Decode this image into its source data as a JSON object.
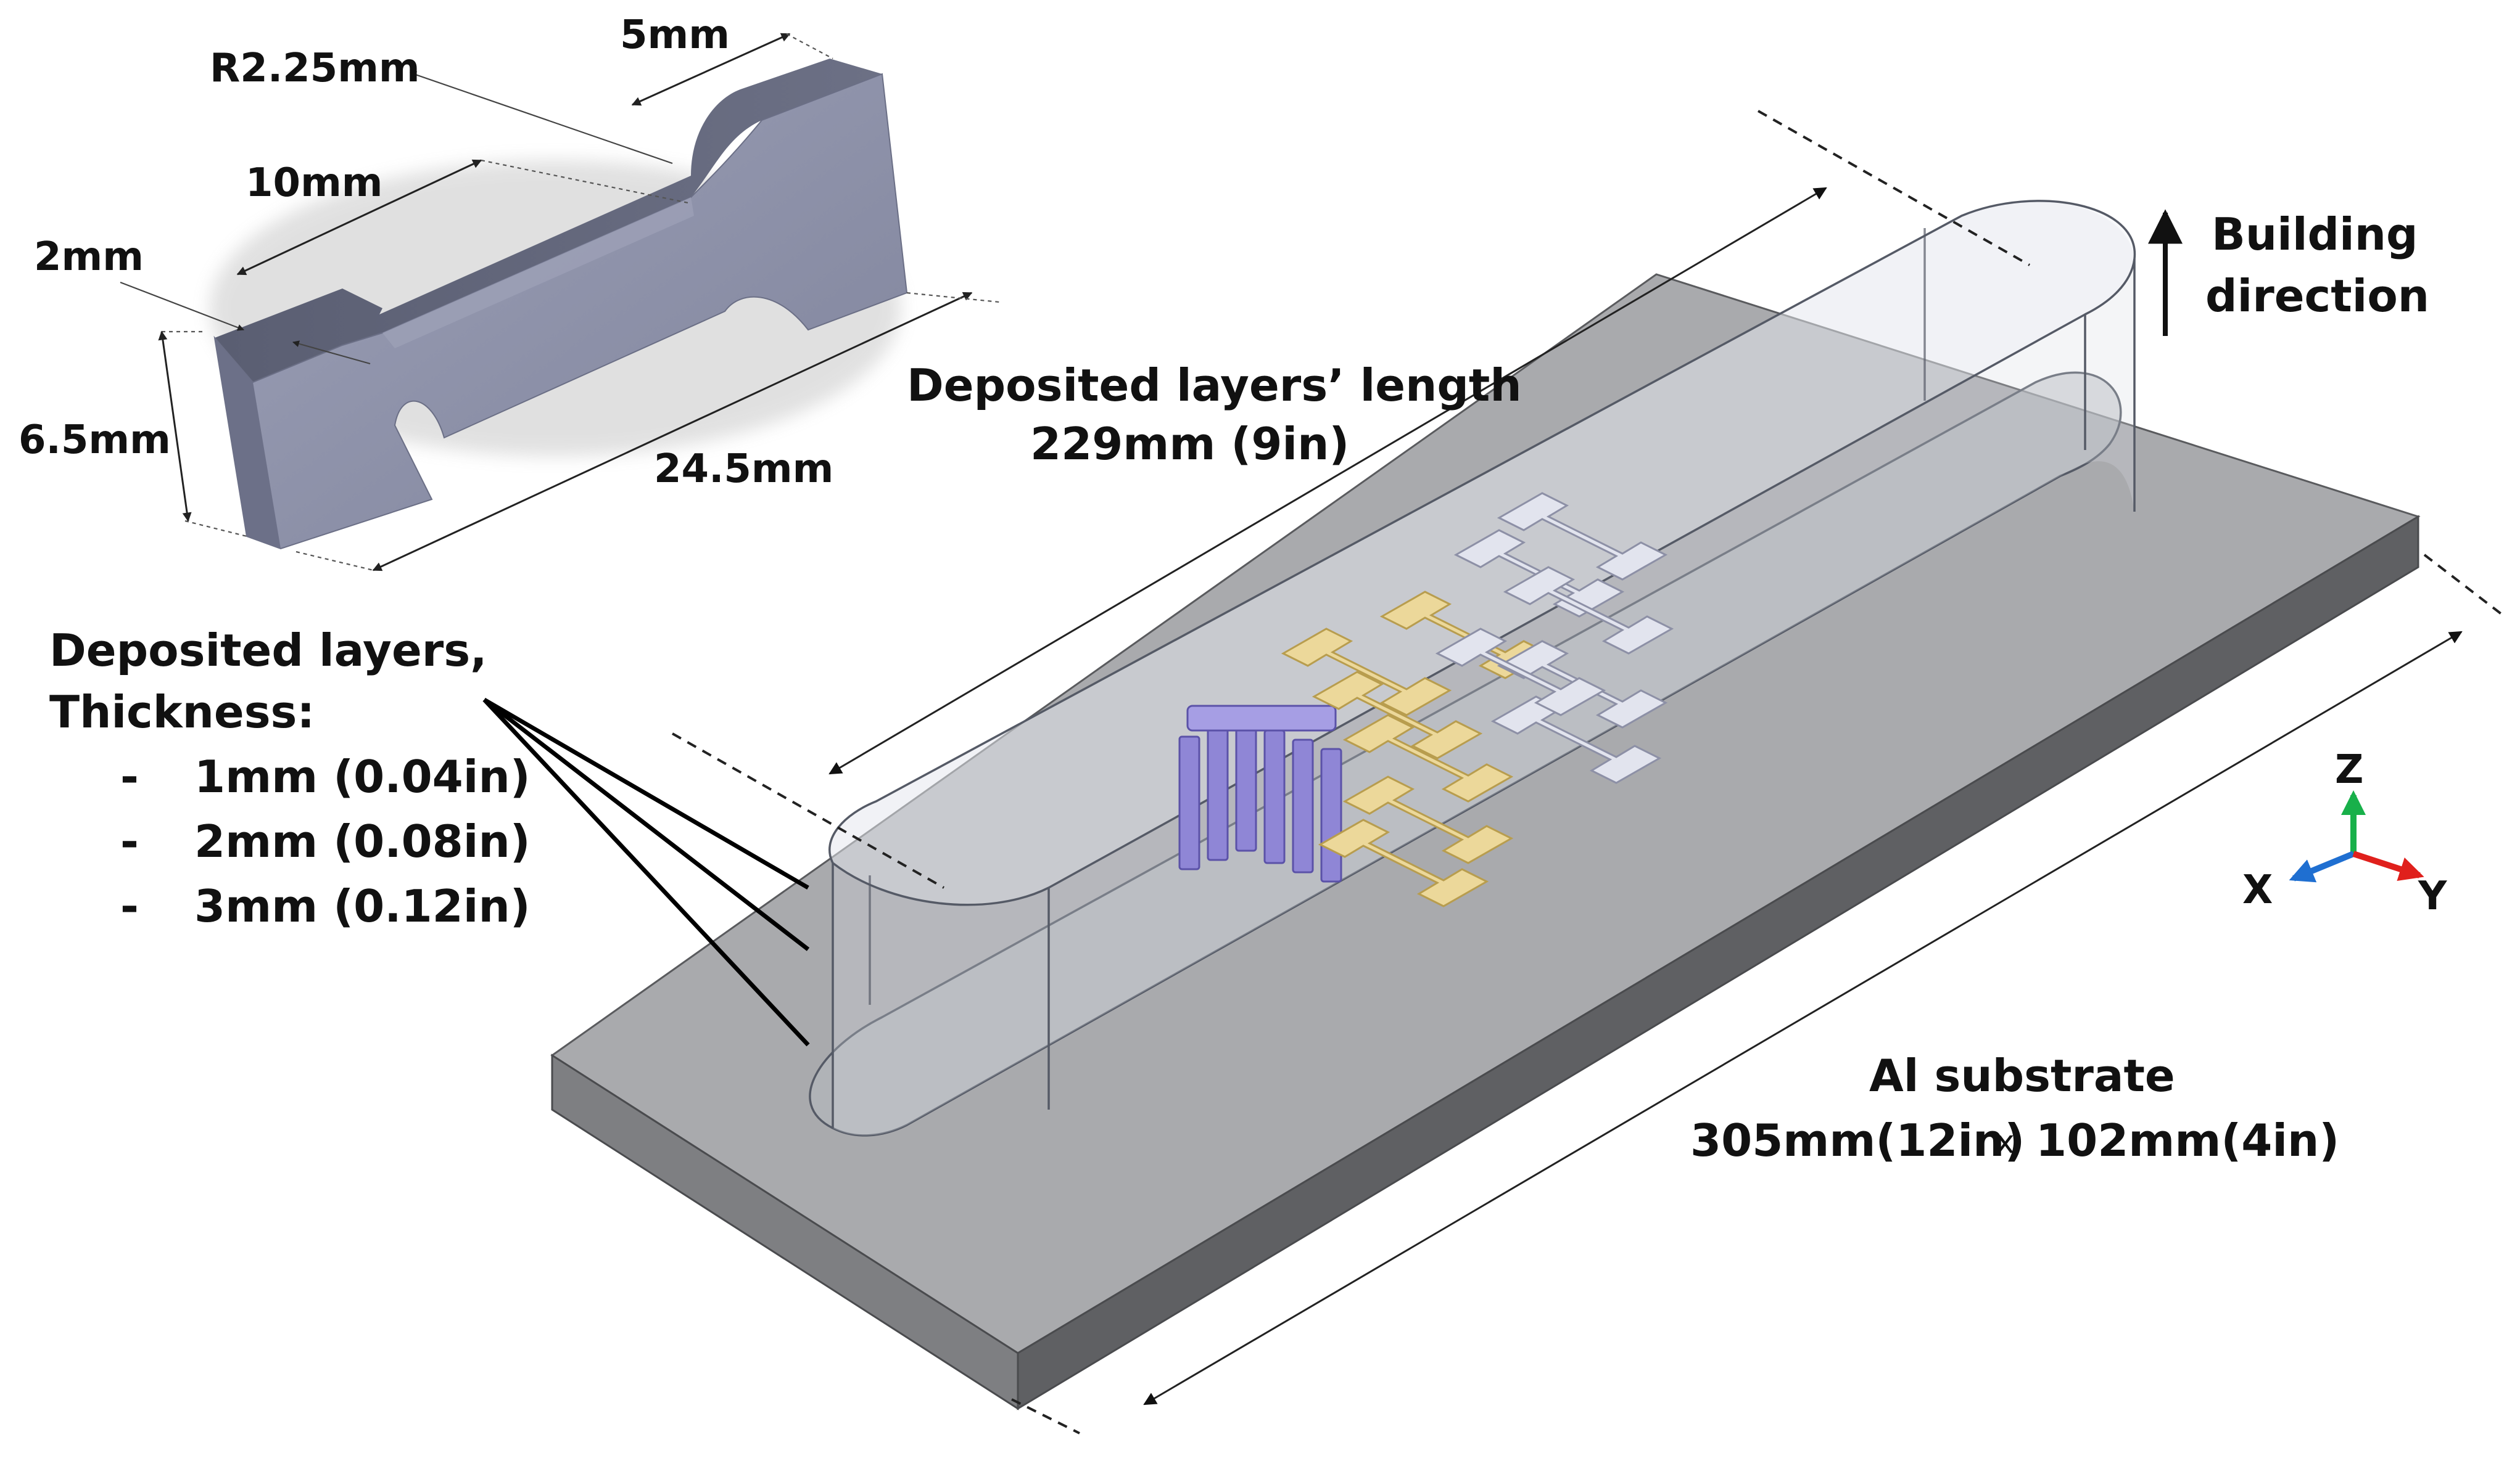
{
  "specimen": {
    "dims": {
      "radius": "R2.25mm",
      "top_width": "5mm",
      "gauge_length": "10mm",
      "thickness": "2mm",
      "height": "6.5mm",
      "total_length": "24.5mm"
    }
  },
  "deposited_length": {
    "line1": "Deposited layers’ length",
    "line2": "229mm (9in)"
  },
  "building_direction": {
    "line1": "Building",
    "line2": "direction"
  },
  "deposited_layers": {
    "line1": "Deposited layers,",
    "line2": "Thickness:",
    "items": [
      {
        "dash": "-",
        "text": "1mm (0.04in)"
      },
      {
        "dash": "-",
        "text": "2mm (0.08in)"
      },
      {
        "dash": "-",
        "text": "3mm (0.12in)"
      }
    ]
  },
  "substrate": {
    "line1": "Al substrate",
    "line2_a": "305mm(12in)",
    "line2_x": "x",
    "line2_b": "102mm(4in)"
  },
  "axes": {
    "z": "Z",
    "x": "X",
    "y": "Y",
    "colors": {
      "z": "#18b04a",
      "x": "#1f6fd1",
      "y": "#e0201c"
    }
  },
  "colors": {
    "substrate_top": "#a9aaad",
    "substrate_front": "#7e7f82",
    "substrate_side": "#5f6063",
    "specimen_face": "#8a8ea6",
    "specimen_top": "#aeb2c8",
    "purple_group": "#8f86d6",
    "yellow_group": "#ecd89a",
    "white_group": "#e2e4ee"
  }
}
